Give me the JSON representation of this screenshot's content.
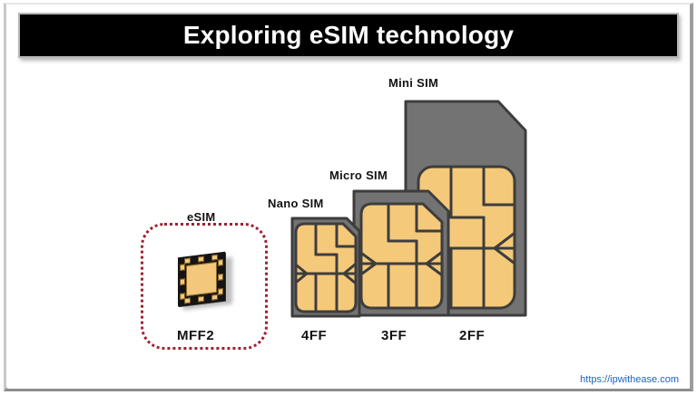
{
  "slide": {
    "title": "Exploring eSIM technology",
    "background_color": "#ffffff",
    "banner_color": "#000000",
    "title_color": "#ffffff"
  },
  "colors": {
    "card_gray": "#737373",
    "card_outline": "#3d3d3d",
    "contact_gold": "#f5c97a",
    "chip_black": "#141414",
    "dotted_border_red": "#9e2230",
    "watermark_blue": "#1e63c4",
    "frame_gray": "#9e9e9e"
  },
  "esim_group": {
    "top_label": "eSIM",
    "bottom_label": "MFF2"
  },
  "cards": [
    {
      "name": "nano-sim",
      "top_label": "Nano SIM",
      "bottom_label": "4FF"
    },
    {
      "name": "micro-sim",
      "top_label": "Micro SIM",
      "bottom_label": "3FF"
    },
    {
      "name": "mini-sim",
      "top_label": "Mini SIM",
      "bottom_label": "2FF"
    }
  ],
  "watermark": {
    "url": "https://ipwithease.com"
  }
}
